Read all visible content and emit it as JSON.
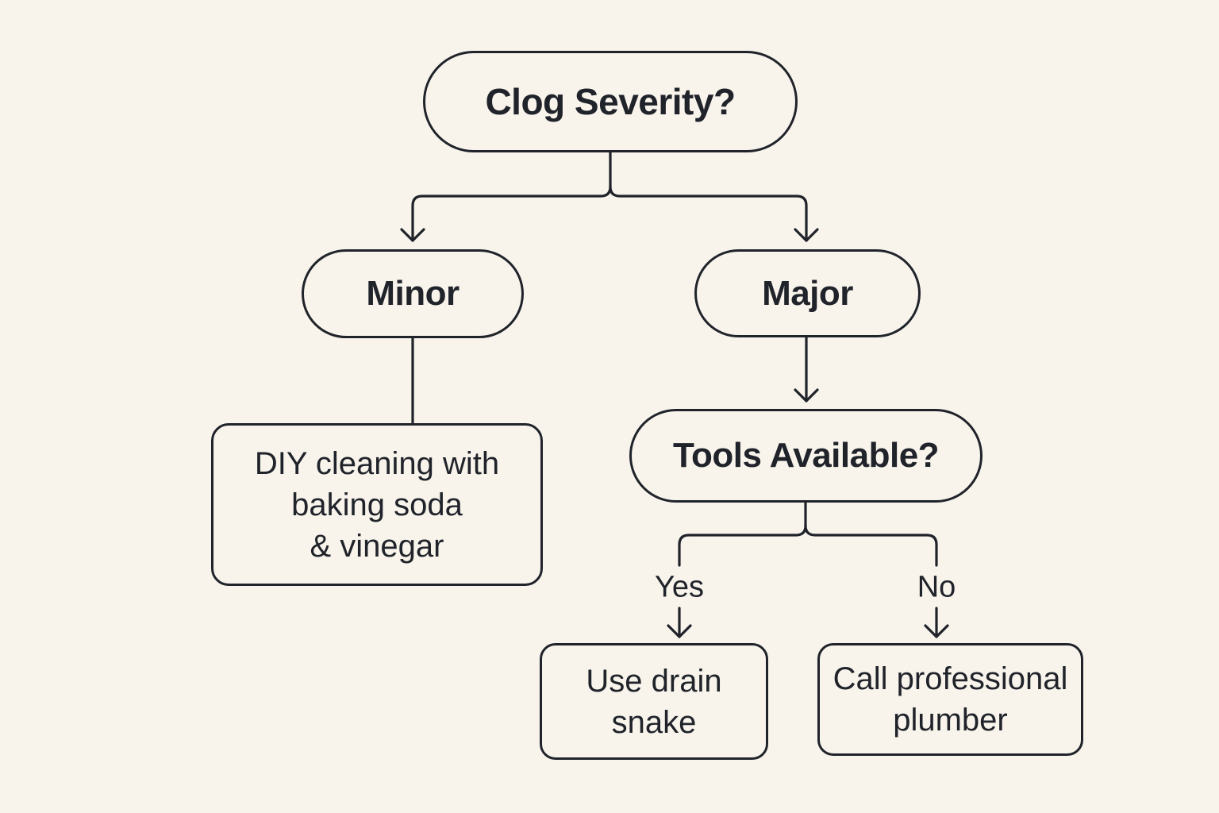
{
  "colors": {
    "background": "#f8f4ec",
    "stroke": "#20232a",
    "text": "#20232a"
  },
  "nodes": {
    "root": {
      "label": "Clog Severity?"
    },
    "minor": {
      "label": "Minor"
    },
    "major": {
      "label": "Major"
    },
    "diy": {
      "lines": [
        "DIY cleaning with",
        "baking soda",
        "& vinegar"
      ]
    },
    "tools": {
      "label": "Tools Available?"
    },
    "drain_snake": {
      "lines": [
        "Use drain",
        "snake"
      ]
    },
    "plumber": {
      "lines": [
        "Call professional",
        "plumber"
      ]
    }
  },
  "edge_labels": {
    "yes": "Yes",
    "no": "No"
  }
}
